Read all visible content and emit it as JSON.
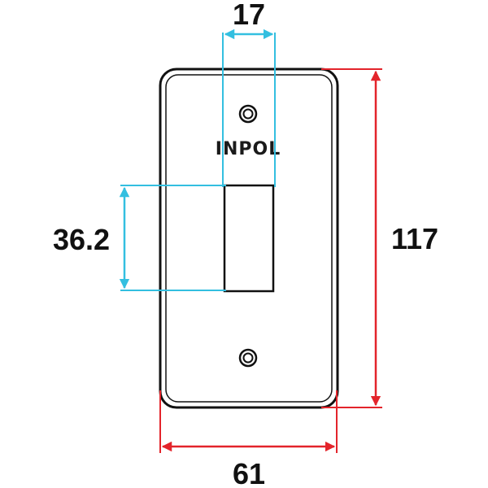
{
  "brand": {
    "logo_text": "INPOL"
  },
  "dimensions": {
    "toggle_width": {
      "value": "17",
      "color": "#33bfe0"
    },
    "toggle_height": {
      "value": "36.2",
      "color": "#33bfe0"
    },
    "plate_height": {
      "value": "117",
      "color": "#e3242b"
    },
    "plate_width": {
      "value": "61",
      "color": "#e3242b"
    }
  },
  "colors": {
    "outline": "#111111",
    "cyan_dimension": "#33bfe0",
    "red_dimension": "#e3242b"
  }
}
